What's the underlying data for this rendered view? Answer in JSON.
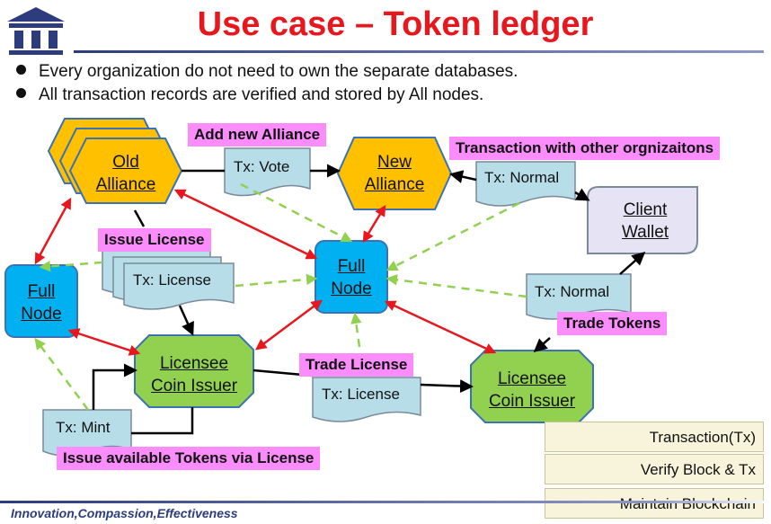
{
  "title": "Use case – Token ledger",
  "bullets": [
    "Every organization do not need to own the separate databases.",
    "All transaction records are verified and stored by All nodes."
  ],
  "nodes": {
    "old_alliance": [
      "Old",
      "Alliance"
    ],
    "new_alliance": [
      "New",
      "Alliance"
    ],
    "client_wallet": [
      "Client",
      "Wallet"
    ],
    "full_node_left": [
      "Full",
      "Node"
    ],
    "full_node_center": [
      "Full",
      "Node"
    ],
    "licensee_left": [
      "Licensee",
      "Coin Issuer"
    ],
    "licensee_right": [
      "Licensee",
      "Coin Issuer"
    ]
  },
  "tx": {
    "vote": "Tx: Vote",
    "normal_top": "Tx: Normal",
    "license_left": "Tx: License",
    "normal_mid": "Tx: Normal",
    "license_mid": "Tx: License",
    "mint": "Tx: Mint"
  },
  "callouts": {
    "add_alliance": "Add new Alliance",
    "transaction_other": "Transaction with other orgnizaitons",
    "issue_license": "Issue License",
    "trade_tokens": "Trade Tokens",
    "trade_license": "Trade License",
    "issue_tokens": "Issue available Tokens via License"
  },
  "legend": [
    {
      "label": "Transaction(Tx)",
      "color": "#000000"
    },
    {
      "label": "Verify Block & Tx",
      "color": "#92d050"
    },
    {
      "label": "Maintain Blockchain",
      "color": "#e8171e"
    }
  ],
  "footer": {
    "part1": "Innovation,",
    "part2": "Compassion,",
    "part3": "Effectiveness"
  },
  "colors": {
    "title": "#e8171e",
    "alliance": "#ffc000",
    "full_node": "#00b0f0",
    "licensee": "#92d050",
    "tx_doc": "#b7dee8",
    "callout": "#fb8cfb",
    "wallet": "#e6e4f4"
  }
}
